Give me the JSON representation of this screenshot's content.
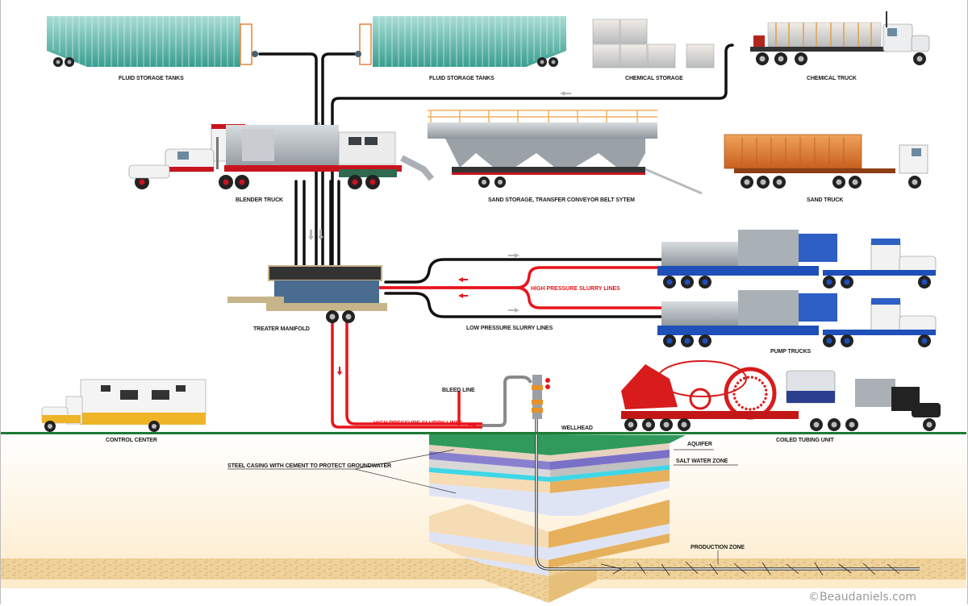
{
  "diagram": {
    "title": "Hydraulic fracturing site layout",
    "labels": {
      "fluid_tanks_left": "FLUID STORAGE TANKS",
      "fluid_tanks_right": "FLUID STORAGE TANKS",
      "chemical_storage": "CHEMICAL STORAGE",
      "chemical_truck": "CHEMICAL TRUCK",
      "blender_truck": "BLENDER TRUCK",
      "sand_storage": "SAND  STORAGE, TRANSFER CONVEYOR BELT SYTEM",
      "sand_truck": "SAND  TRUCK",
      "treater_manifold": "TREATER MANIFOLD",
      "high_pressure_upper": "HIGH PRESSURE SLURRY LINES",
      "low_pressure": "LOW PRESSURE SLURRY LINES",
      "pump_trucks": "PUMP TRUCKS",
      "control_center": "CONTROL CENTER",
      "bleed_line": "BLEED LINE",
      "high_pressure_lower": "HIGH PRESSURE SLURRY LINES",
      "wellhead": "WELLHEAD",
      "coiled_tubing_unit": "COILED TUBING UNIT",
      "aquifer": "AQUIFER",
      "salt_water_zone": "SALT WATER ZONE",
      "steel_casing": "STEEL CASING WITH CEMENT TO PROTECT GROUNDWATER",
      "production_zone": "PRODUCTION ZONE"
    },
    "credit": "©Beaudaniels.com",
    "colors": {
      "ground_line": "#1f7a36",
      "high_pressure_line": "#e8141b",
      "low_pressure_line": "#111111",
      "surface": "#2f9a5a",
      "aquifer": "#8a80d0",
      "salt_water": "#3fd6e6",
      "sand": "#e6c07a",
      "tank_teal": "#5fb8ab",
      "pump_blue": "#1f4fb8",
      "blender_red": "#c8141e",
      "sand_truck_orange": "#d9772a",
      "control_center_yellow": "#f0b429",
      "coil_red": "#d81b1b"
    }
  }
}
